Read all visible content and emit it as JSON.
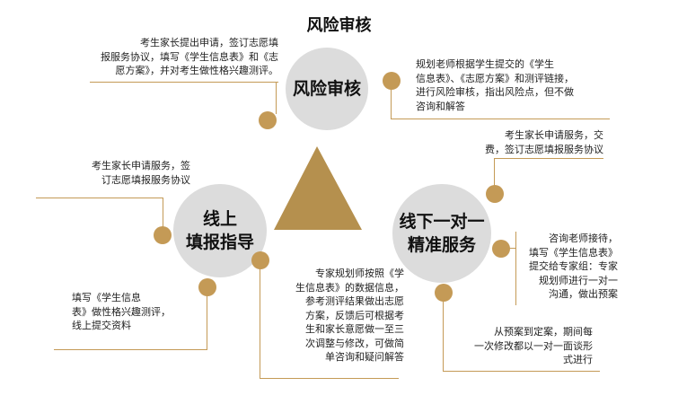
{
  "title": "风险审核",
  "colors": {
    "accent": "#c49a56",
    "circle": "#dcdcdc",
    "triangle": "#b5904e"
  },
  "nodes": {
    "risk": {
      "line1": "风险审核"
    },
    "online": {
      "line1": "线上",
      "line2": "填报指导"
    },
    "offline": {
      "line1": "线下一对一",
      "line2": "精准服务"
    }
  },
  "texts": {
    "risk_left": [
      "考生家长提出申请，签订志愿填",
      "报服务协议，填写《学生信息表》和《志",
      "愿方案》，并对考生做性格兴趣测评。"
    ],
    "risk_right": [
      "规划老师根据学生提交的《学生",
      "信息表》、《志愿方案》和测评链接，",
      "进行风险审核，指出风险点，但不做",
      "咨询和解答"
    ],
    "online_top": [
      "考生家长申请服务，签",
      "订志愿填报服务协议"
    ],
    "online_bottom": [
      "填写《学生信息",
      "表》做性格兴趣测评，",
      "线上提交资料"
    ],
    "center_bottom": [
      "专家规划师按照《学",
      "生信息表》的数据信息，",
      "参考测评结果做出志愿",
      "方案，反馈后可根据考",
      "生和家长意愿做一至三",
      "次调整与修改，可做简",
      "单咨询和疑问解答"
    ],
    "offline_top": [
      "考生家长申请服务，交",
      "费，签订志愿填报服务协议"
    ],
    "offline_right": [
      "咨询老师接待，",
      "填写《学生信息表》",
      "提交给专家组：专家",
      "规划师进行一对一",
      "沟通，做出预案"
    ],
    "offline_bottom": [
      "从预案到定案，期间每",
      "一次修改都以一对一面谈形",
      "式进行"
    ]
  }
}
